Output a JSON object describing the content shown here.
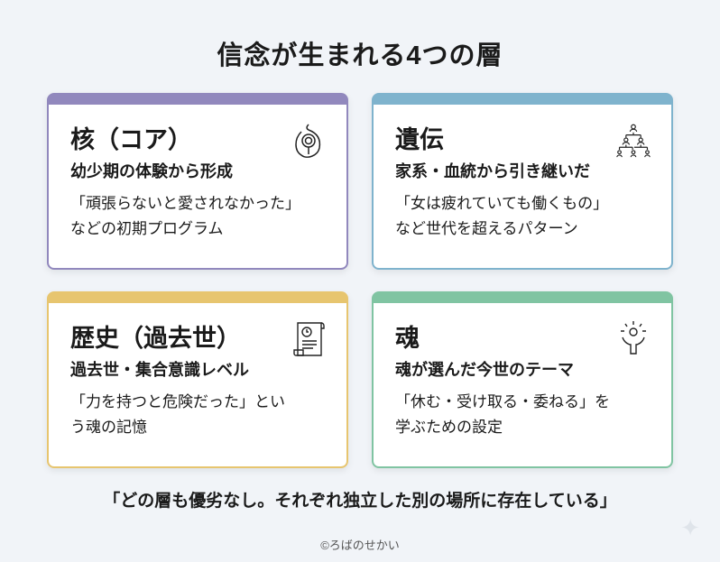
{
  "title": "信念が生まれる4つの層",
  "cards": [
    {
      "heading": "核（コア）",
      "subtitle": "幼少期の体験から形成",
      "body1": "「頑張らないと愛されなかった」",
      "body2": "などの初期プログラム",
      "icon": "seed-icon",
      "color": "#9188bd"
    },
    {
      "heading": "遺伝",
      "subtitle": "家系・血統から引き継いだ",
      "body1": "「女は疲れていても働くもの」",
      "body2": "など世代を超えるパターン",
      "icon": "family-tree-icon",
      "color": "#7fb3cd"
    },
    {
      "heading": "歴史（過去世）",
      "subtitle": "過去世・集合意識レベル",
      "body1": "「力を持つと危険だった」とい",
      "body2": "う魂の記憶",
      "icon": "scroll-clock-icon",
      "color": "#e7c56f"
    },
    {
      "heading": "魂",
      "subtitle": "魂が選んだ今世のテーマ",
      "body1": "「休む・受け取る・委ねる」を",
      "body2": "学ぶための設定",
      "icon": "radiant-person-icon",
      "color": "#80c4a2"
    }
  ],
  "quote": "「どの層も優劣なし。それぞれ独立した別の場所に存在している」",
  "copyright": "©ろばのせかい"
}
